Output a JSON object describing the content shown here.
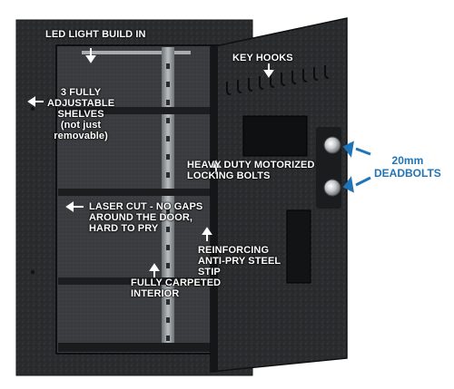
{
  "labels": {
    "led_light": "LED LIGHT BUILD IN",
    "key_hooks": "KEY HOOKS",
    "shelves_line1": "3 FULLY",
    "shelves_line2": "ADJUSTABLE",
    "shelves_line3": "SHELVES",
    "shelves_line4": "(not just",
    "shelves_line5": "removable)",
    "bolts_line1": "HEAVY DUTY MOTORIZED",
    "bolts_line2": "LOCKING BOLTS",
    "laser_line1": "LASER CUT - NO GAPS",
    "laser_line2": "AROUND THE DOOR,",
    "laser_line3": "HARD TO PRY",
    "reinforcing_line1": "REINFORCING",
    "reinforcing_line2": "ANTI-PRY STEEL",
    "reinforcing_line3": "STIP",
    "carpet_line1": "FULLY CARPETED",
    "carpet_line2": "INTERIOR",
    "deadbolts_line1": "20mm",
    "deadbolts_line2": "DEADBOLTS"
  },
  "colors": {
    "callout_blue": "#1f74b8",
    "safe_body": "#2a2b2d",
    "safe_dark": "#151617",
    "carpet": "#3a3b3e",
    "rail": "#9aa0a4",
    "bolt_chrome": "#cfd3d6"
  }
}
